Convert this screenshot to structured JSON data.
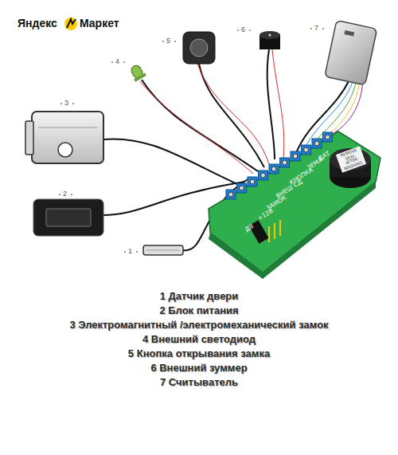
{
  "diagram": {
    "labels": [
      "Яндекс",
      "Маркет",
      "1",
      "2",
      "3",
      "4",
      "5",
      "6",
      "7",
      "ДАТ",
      "ЗЕМЛ",
      "КНОПКА",
      "ВНЕШ СД",
      "ЗАМОК",
      "+12В",
      "ДВ",
      "REMOVE SEAL AFTER WASHING",
      "1 Датчик двери",
      "2 Блок питания",
      "3 Электромагнитный /электромеханический замок",
      "4 Внешний светодиод",
      "5 Кнопка открывания замка",
      "6 Внешний зуммер",
      "7 Считыватель"
    ]
  }
}
